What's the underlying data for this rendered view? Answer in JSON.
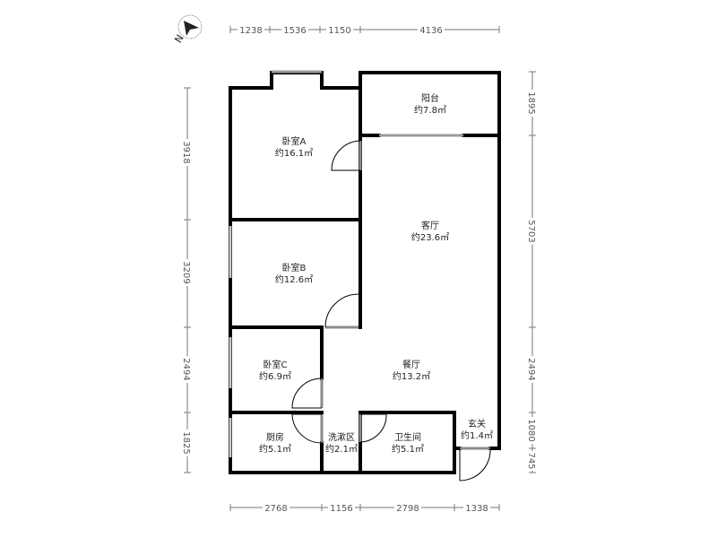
{
  "compass": {
    "label": "N",
    "icon": "north-arrow-icon"
  },
  "rooms": [
    {
      "id": "bedroom-a",
      "name": "卧室A",
      "area": "约16.1㎡"
    },
    {
      "id": "balcony",
      "name": "阳台",
      "area": "约7.8㎡"
    },
    {
      "id": "living-room",
      "name": "客厅",
      "area": "约23.6㎡"
    },
    {
      "id": "bedroom-b",
      "name": "卧室B",
      "area": "约12.6㎡"
    },
    {
      "id": "bedroom-c",
      "name": "卧室C",
      "area": "约6.9㎡"
    },
    {
      "id": "dining-room",
      "name": "餐厅",
      "area": "约13.2㎡"
    },
    {
      "id": "kitchen",
      "name": "厨房",
      "area": "约5.1㎡"
    },
    {
      "id": "washroom-area",
      "name": "洗漱区",
      "area": "约2.1㎡"
    },
    {
      "id": "bathroom",
      "name": "卫生间",
      "area": "约5.1㎡"
    },
    {
      "id": "entrance",
      "name": "玄关",
      "area": "约1.4㎡"
    }
  ],
  "dimensions": {
    "top": [
      "1238",
      "1536",
      "1150",
      "4136"
    ],
    "bottom": [
      "2768",
      "1156",
      "2798",
      "1338"
    ],
    "left": [
      "3918",
      "3209",
      "2494",
      "1825"
    ],
    "right": [
      "1895",
      "5703",
      "2494",
      "1080",
      "745"
    ]
  },
  "colors": {
    "wall": "#000000",
    "window": "#9a9a9a",
    "dimension": "#777777",
    "text": "#222222"
  }
}
